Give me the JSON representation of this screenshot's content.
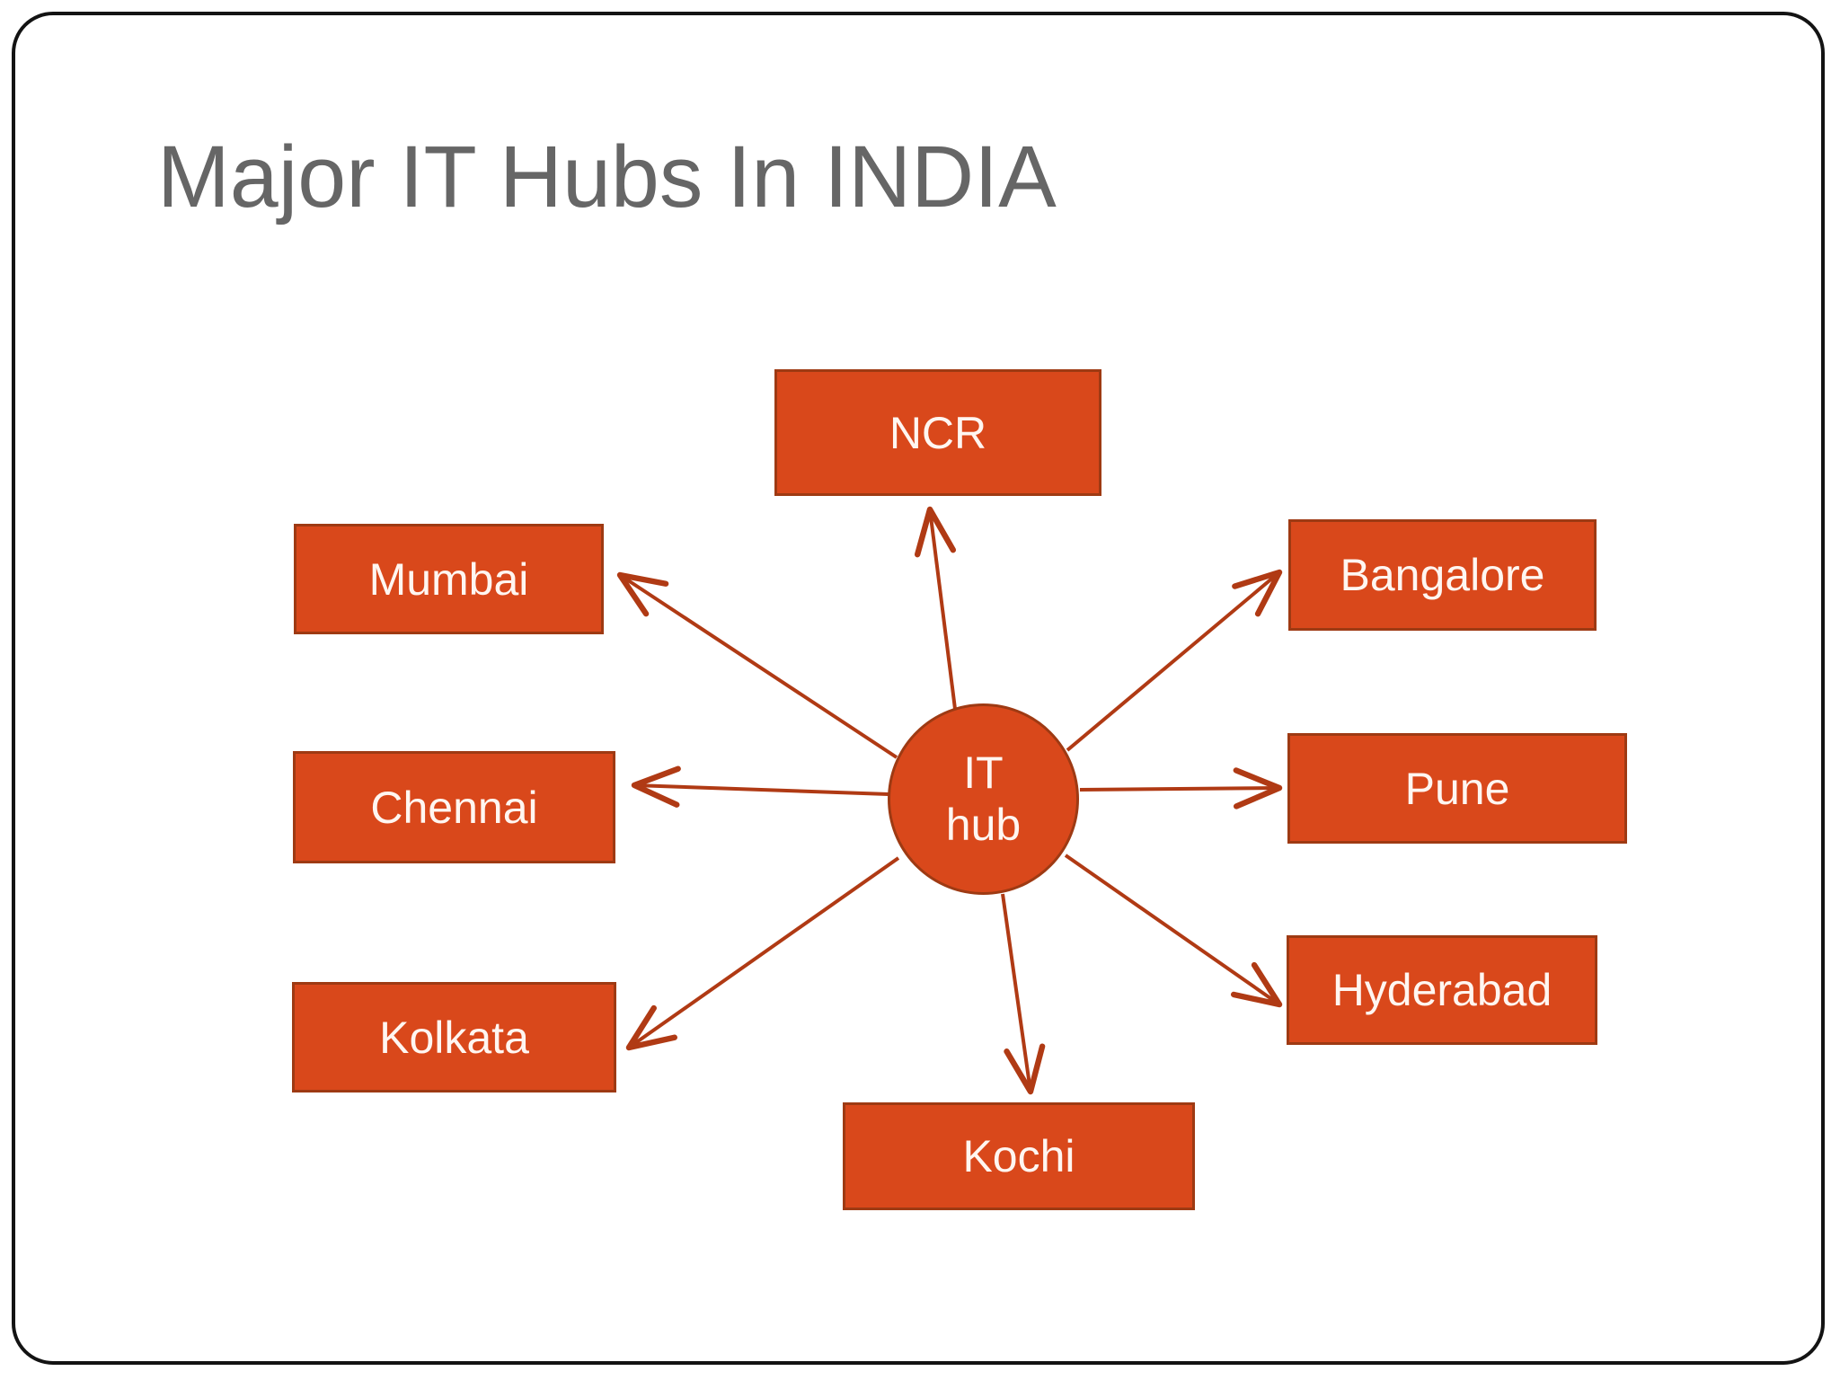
{
  "slide": {
    "title": "Major IT Hubs In INDIA",
    "title_color": "#666666",
    "background": "#ffffff",
    "frame_color": "#131313"
  },
  "theme": {
    "node_fill": "#D9481B",
    "node_border": "#9E3A13",
    "node_text": "#FFF6F1",
    "connector_color": "#B03A14"
  },
  "diagram": {
    "type": "hub-and-spoke",
    "center": {
      "id": "it-hub",
      "line1": "IT",
      "line2": "hub"
    },
    "nodes": [
      {
        "id": "ncr",
        "label": "NCR",
        "position": "top"
      },
      {
        "id": "mumbai",
        "label": "Mumbai",
        "position": "left-top"
      },
      {
        "id": "chennai",
        "label": "Chennai",
        "position": "left-middle"
      },
      {
        "id": "kolkata",
        "label": "Kolkata",
        "position": "left-bottom"
      },
      {
        "id": "bangalore",
        "label": "Bangalore",
        "position": "right-top"
      },
      {
        "id": "pune",
        "label": "Pune",
        "position": "right-middle"
      },
      {
        "id": "hyderabad",
        "label": "Hyderabad",
        "position": "right-bottom"
      },
      {
        "id": "kochi",
        "label": "Kochi",
        "position": "bottom"
      }
    ]
  }
}
